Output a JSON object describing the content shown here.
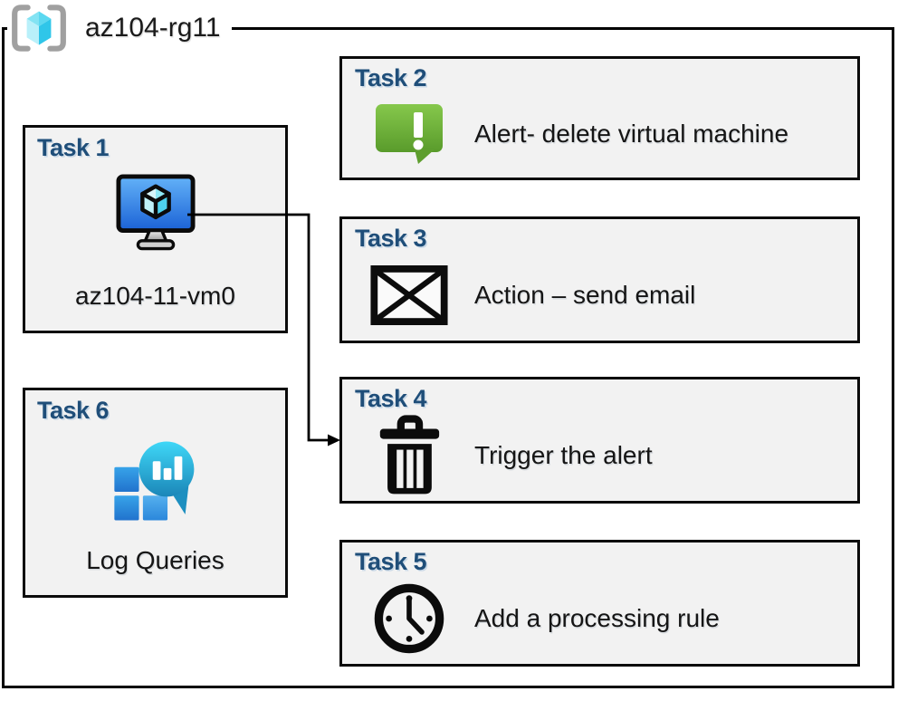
{
  "resource_group": {
    "name": "az104-rg11",
    "icon": "resource-group-icon"
  },
  "tasks": [
    {
      "id": "task1",
      "title": "Task 1",
      "label": "az104-11-vm0",
      "icon": "virtual-machine-icon"
    },
    {
      "id": "task2",
      "title": "Task 2",
      "label": "Alert- delete virtual machine",
      "icon": "alert-icon"
    },
    {
      "id": "task3",
      "title": "Task 3",
      "label": "Action – send email",
      "icon": "email-icon"
    },
    {
      "id": "task4",
      "title": "Task 4",
      "label": "Trigger the alert",
      "icon": "trash-icon"
    },
    {
      "id": "task5",
      "title": "Task 5",
      "label": "Add a processing rule",
      "icon": "clock-icon"
    },
    {
      "id": "task6",
      "title": "Task 6",
      "label": "Log Queries",
      "icon": "log-analytics-icon"
    }
  ],
  "connector": {
    "from": "task1",
    "to": "task4",
    "style": "elbow-arrow"
  },
  "colors": {
    "task_title": "#1F4E79",
    "box_fill": "#F2F2F2",
    "box_border": "#000000",
    "label_text": "#151515",
    "vm_screen_top": "#5FB0F8",
    "vm_screen_bottom": "#1B62D6",
    "alert_green_top": "#84C64A",
    "alert_green_bottom": "#5A9C2C",
    "log_bubble_top": "#3ED6F7",
    "log_bubble_bottom": "#1B86B8",
    "log_square_blue": "#2F8FE0",
    "rg_cube_cyan": "#5BD8F0",
    "rg_bracket_gray": "#A0A0A0"
  }
}
